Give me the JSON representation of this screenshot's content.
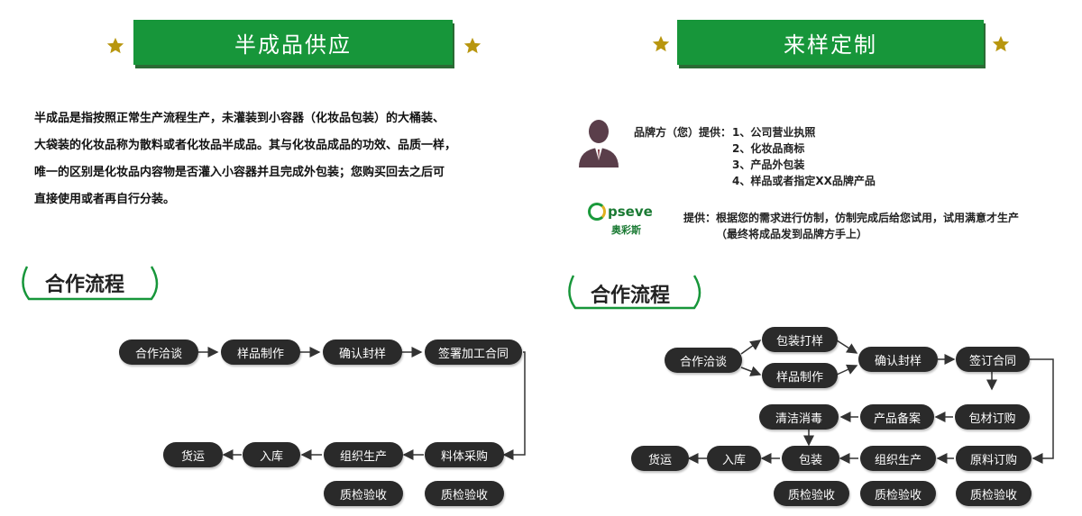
{
  "left": {
    "banner_title": "半成品供应",
    "paragraph": [
      "半成品是指按照正常生产流程生产，未灌装到小容器（化妆品包装）的大桶装、",
      "大袋装的化妆品称为散料或者化妆品半成品。其与化妆品成品的功效、品质一样，",
      "唯一的区别是化妆品内容物是否灌入小容器并且完成外包装；您购买回去之后可",
      "直接使用或者再自行分装。"
    ],
    "coop_title": "合作流程",
    "flow": {
      "row1": [
        "合作洽谈",
        "样品制作",
        "确认封样",
        "签署加工合同"
      ],
      "row2": [
        "货运",
        "入库",
        "组织生产",
        "料体采购"
      ],
      "row3": [
        "质检验收",
        "质检验收"
      ]
    }
  },
  "right": {
    "banner_title": "来样定制",
    "brand_label": "品牌方（您）提供：",
    "brand_items": [
      "1、公司营业执照",
      "2、化妆品商标",
      "3、产品外包装",
      "4、样品或者指定XX品牌产品"
    ],
    "logo_text": "pseve",
    "logo_letter": "O",
    "logo_cn": "奥彩斯",
    "provide_label": "提供：",
    "provide_lines": [
      "根据您的需求进行仿制，仿制完成后给您试用，试用满意才生产",
      "（最终将成品发到品牌方手上）"
    ],
    "coop_title": "合作流程",
    "flow": {
      "start": "合作洽谈",
      "pack_sample": "包装打样",
      "sample_make": "样品制作",
      "confirm": "确认封样",
      "contract": "签订合同",
      "clean": "清洁消毒",
      "product_file": "产品备案",
      "material_order": "包材订购",
      "ship": "货运",
      "storage": "入库",
      "pack": "包装",
      "produce": "组织生产",
      "raw_order": "原料订购",
      "qc": [
        "质检验收",
        "质检验收",
        "质检验收"
      ]
    }
  },
  "colors": {
    "green": "#17963a",
    "star": "#b8960f",
    "pill": "#2a2a2a"
  }
}
